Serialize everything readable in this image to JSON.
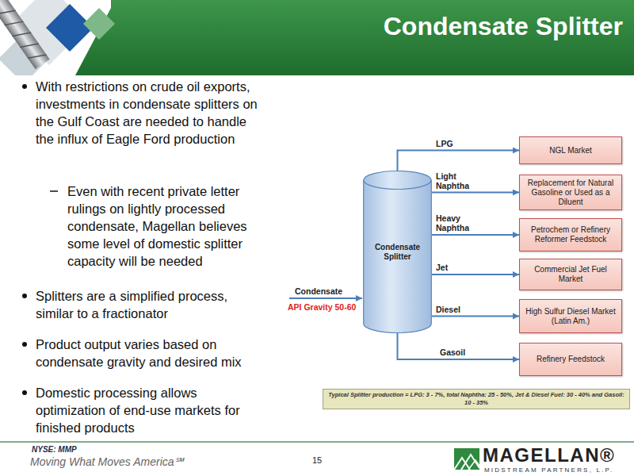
{
  "diagram": {
    "title": "Condensate Splitter",
    "nodes": [
      {
        "text": [
          "Condensate Splitter"
        ]
      },
      {
        "text": [
          "NGL Market"
        ]
      },
      {
        "text": [
          "Replacement for Natural Gasoline or Used as a Diluent"
        ]
      },
      {
        "text": [
          "Petrochem or Refinery Reformer Feedstock"
        ]
      },
      {
        "text": [
          "Commercial Jet Fuel Market"
        ]
      },
      {
        "text": [
          "High Sulfur Diesel Market (Latin Am.)"
        ]
      },
      {
        "text": [
          "Refinery Feedstock"
        ]
      },
      {
        "text": [
          "Typical Splitter production = LPG: 3 - 7%, total Naphtha: 25 - 50%, Jet & Diesel Fuel: 30 - 40% and Gasoil: 10 - 35%"
        ]
      }
    ],
    "edges": [
      {
        "from": 0,
        "to": 1,
        "label": "LPG",
        "arrow": "to"
      },
      {
        "from": 0,
        "to": 2,
        "label": "Light Naphtha",
        "arrow": "to"
      },
      {
        "from": 0,
        "to": 3,
        "label": "Heavy Naphtha",
        "arrow": "to"
      },
      {
        "from": 0,
        "to": 4,
        "label": "Jet",
        "arrow": "to"
      },
      {
        "from": 0,
        "to": 5,
        "label": "Diesel",
        "arrow": "to"
      },
      {
        "from": 0,
        "to": 6,
        "label": "Gasoil",
        "arrow": "to"
      }
    ],
    "labels": [
      "With restrictions on crude oil exports, investments in condensate splitters on the Gulf Coast are needed to handle the influx of Eagle Ford production",
      "Even with recent private letter rulings on lightly processed condensate, Magellan believes some level of domestic splitter capacity will be needed",
      "Splitters are a simplified process, similar to a fractionator",
      "Product output varies based on condensate gravity and desired mix",
      "Domestic processing allows optimization of end-use markets for finished products",
      "Condensate",
      "API Gravity 50-60",
      "NYSE: MMP",
      "Moving What Moves America℠",
      "15",
      "MAGELLAN®",
      "MIDSTREAM PARTNERS, L.P."
    ]
  }
}
